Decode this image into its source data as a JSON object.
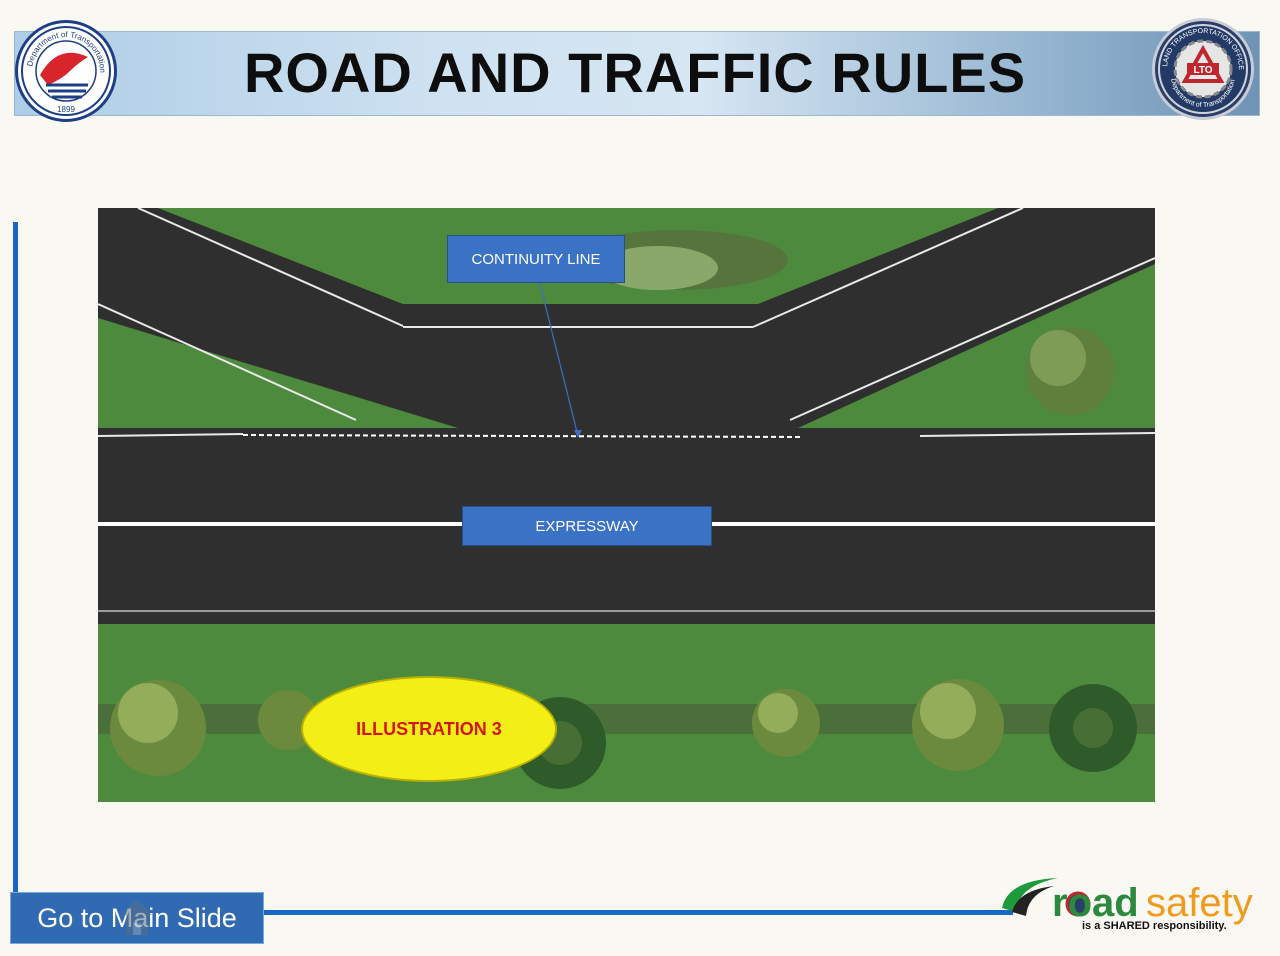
{
  "header": {
    "title": "ROAD AND TRAFFIC RULES"
  },
  "seals": {
    "left": {
      "text_top": "Department of Transportation",
      "year": "1899"
    },
    "right": {
      "text_top": "LAND TRANSPORTATION OFFICE",
      "center": "LTO",
      "text_bottom": "Department of Transportation"
    }
  },
  "diagram": {
    "callout_top": "CONTINUITY LINE",
    "callout_middle": "EXPRESSWAY",
    "illustration_label": "ILLUSTRATION 3"
  },
  "nav": {
    "main_button": "Go to Main Slide"
  },
  "branding": {
    "logo_road": "road",
    "logo_safety": "safety",
    "tagline": "is a SHARED responsibility."
  },
  "colors": {
    "accent_blue": "#1a66c4",
    "grass": "#4e8a3d",
    "asphalt": "#2e2e2e",
    "ellipse": "#f4ee17",
    "ellipse_text": "#d51616"
  }
}
